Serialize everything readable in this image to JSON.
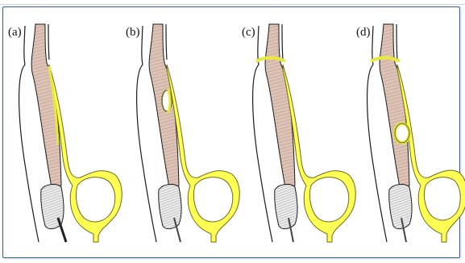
{
  "figure": {
    "panels": [
      {
        "label": "(a)"
      },
      {
        "label": "(b)"
      },
      {
        "label": "(c)"
      },
      {
        "label": "(d)"
      }
    ]
  },
  "colors": {
    "frame": "#2c5ea8",
    "yellow_fill": "#ffff54",
    "yellow_stroke": "#6b6a1d",
    "muscle_fill": "#d9bfb2",
    "muscle_hatch": "#b89a8c",
    "outline": "#1a1a1a",
    "endoscope_fill": "#e6e6e6"
  }
}
